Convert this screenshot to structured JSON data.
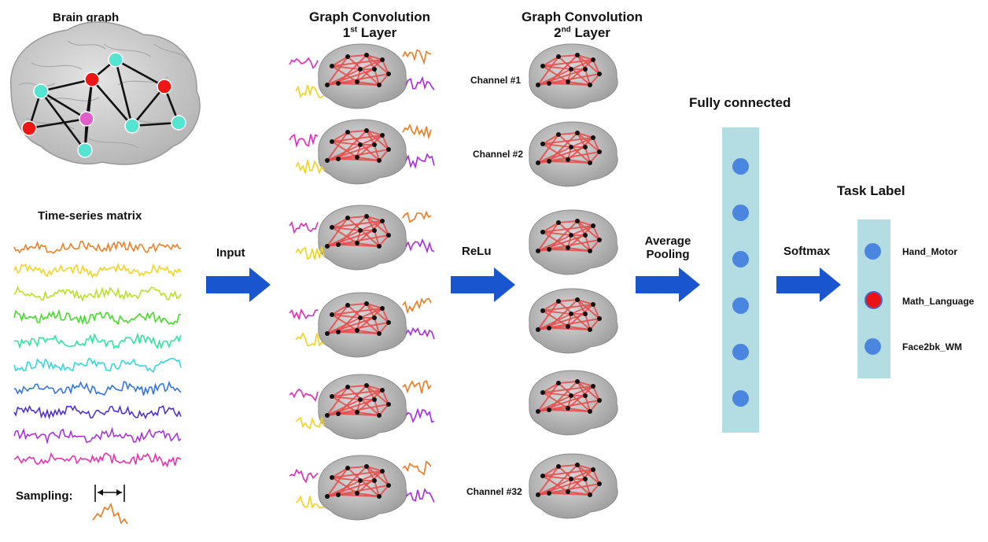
{
  "brain_graph": {
    "title": "Brain graph"
  },
  "time_series": {
    "title": "Time-series matrix",
    "sampling_label": "Sampling:",
    "colors": [
      "#f07a1e",
      "#f2d21a",
      "#b6e01c",
      "#3ddc1e",
      "#24e69a",
      "#2ad8e0",
      "#2a6fe0",
      "#4a28d8",
      "#a82ae0",
      "#e82ab0"
    ]
  },
  "arrows": {
    "input": "Input",
    "relu": "ReLu",
    "pooling": "Average Pooling",
    "pooling_line1": "Average",
    "pooling_line2": "Pooling",
    "softmax": "Softmax"
  },
  "layer1": {
    "title_line1": "Graph Convolution",
    "title_line2_main": "1",
    "title_line2_sup": "st",
    "title_line2_rest": " Layer"
  },
  "layer2": {
    "title_line1": "Graph Convolution",
    "title_line2_main": "2",
    "title_line2_sup": "nd",
    "title_line2_rest": " Layer",
    "channels": [
      "Channel #1",
      "Channel #2",
      "Channel #32"
    ]
  },
  "fully_connected": {
    "title": "Fully connected",
    "node_count": 6
  },
  "task_label": {
    "title": "Task Label",
    "labels": [
      "Hand_Motor",
      "Math_Language",
      "Face2bk_WM"
    ],
    "active_index": 1
  },
  "colors": {
    "arrow": "#1a55d0",
    "bar": "#b3dde3",
    "node": "#4a86e0",
    "edge": "#e84a4a"
  }
}
